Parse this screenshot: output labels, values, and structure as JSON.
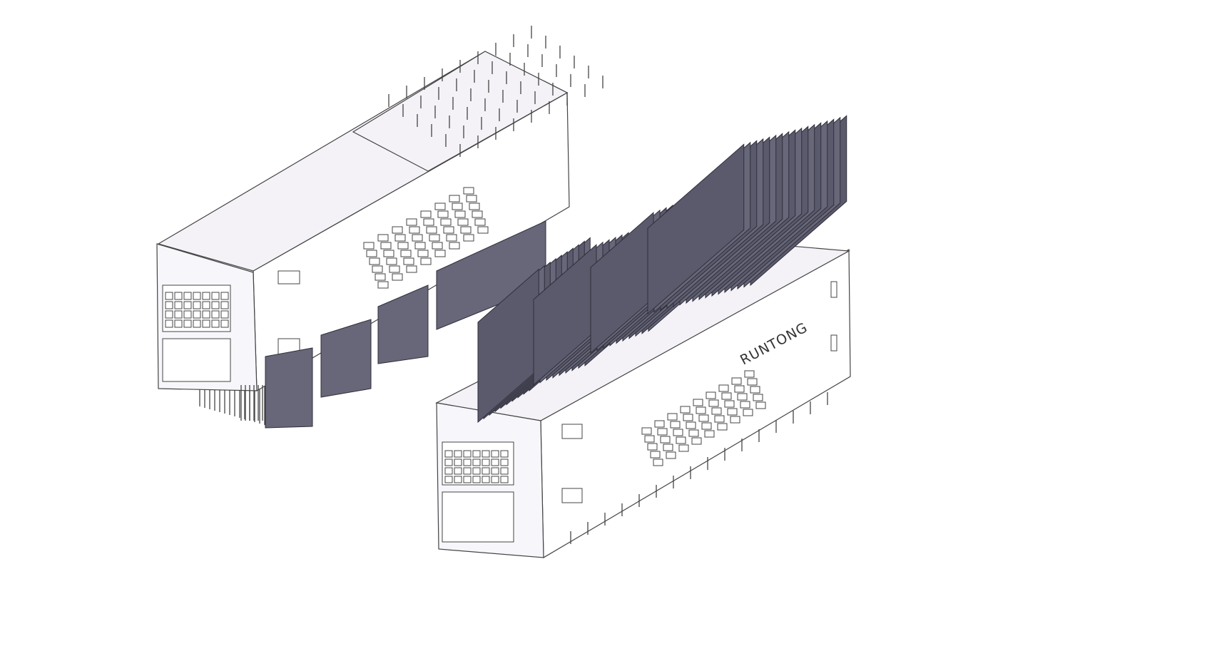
{
  "figure": {
    "subject": "cage-connector-render",
    "views": [
      {
        "id": "left",
        "heatsink": "bottom-fins"
      },
      {
        "id": "right",
        "heatsink": "top-fins",
        "brand_text": "RUNTONG"
      }
    ],
    "colors": {
      "body": "#ffffff",
      "heatsink": "#676779",
      "outline": "#444444"
    }
  }
}
